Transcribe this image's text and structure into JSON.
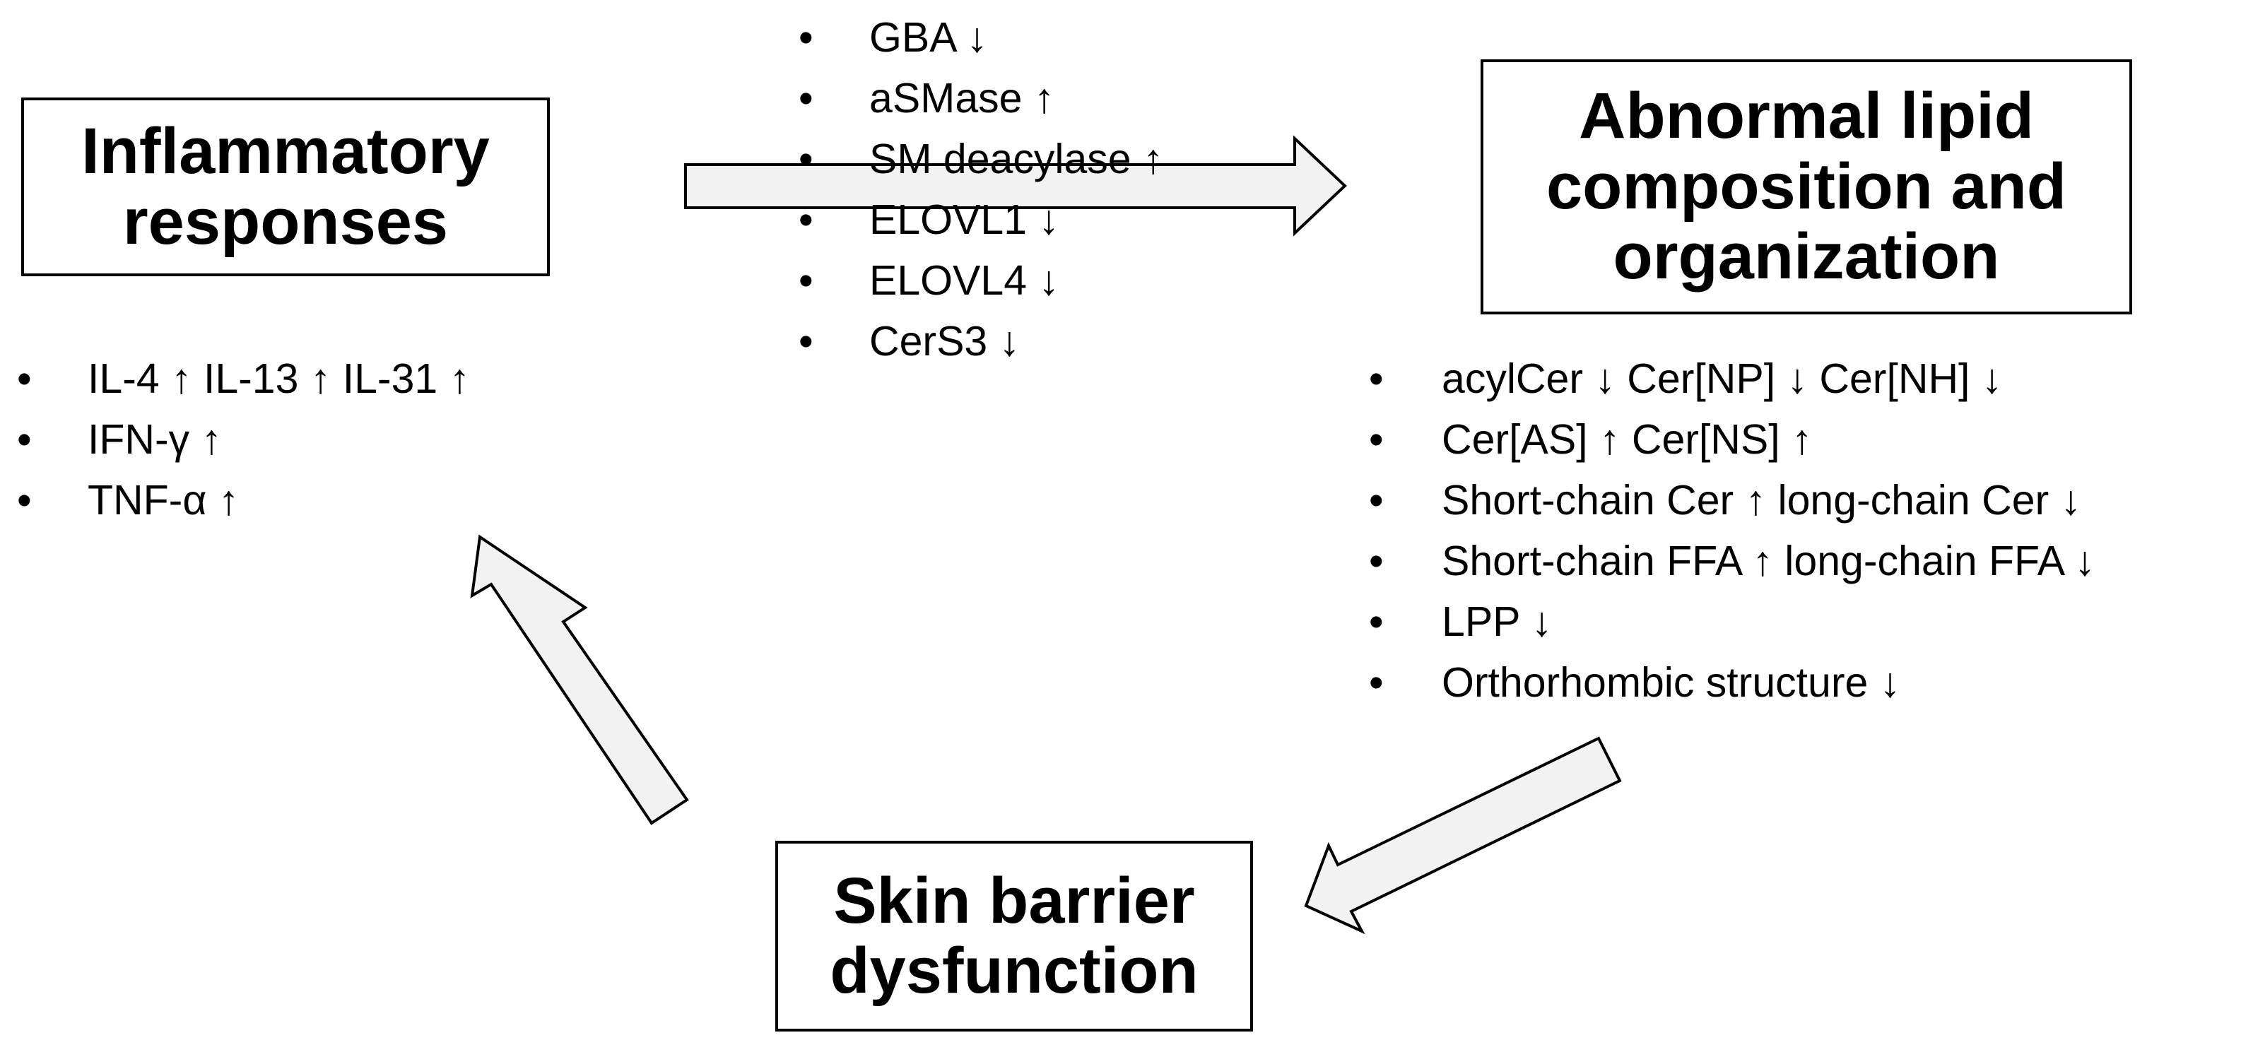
{
  "boxes": {
    "inflammatory": {
      "line1": "Inflammatory",
      "line2": "responses"
    },
    "lipid": {
      "line1": "Abnormal lipid",
      "line2": "composition and",
      "line3": "organization"
    },
    "barrier": {
      "line1": "Skin barrier",
      "line2": "dysfunction"
    }
  },
  "inflammatory_markers": [
    "IL-4 ↑ IL-13 ↑ IL-31 ↑",
    "IFN-γ ↑",
    "TNF-α ↑"
  ],
  "enzyme_changes": [
    "GBA ↓",
    "aSMase ↑",
    "SM deacylase ↑",
    "ELOVL1 ↓",
    "ELOVL4 ↓",
    "CerS3 ↓"
  ],
  "lipid_changes": [
    "acylCer ↓ Cer[NP] ↓ Cer[NH] ↓",
    "Cer[AS] ↑ Cer[NS] ↑",
    "Short-chain Cer ↑ long-chain Cer ↓",
    "Short-chain FFA ↑ long-chain FFA ↓",
    "LPP ↓",
    "Orthorhombic structure ↓"
  ],
  "colors": {
    "arrow_fill": "#f2f2f2",
    "stroke": "#000000",
    "background": "#ffffff"
  }
}
